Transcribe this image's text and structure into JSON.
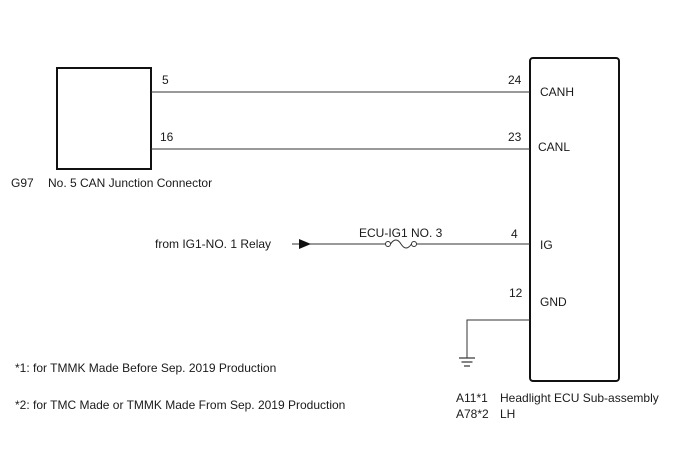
{
  "connector": {
    "id": "G97",
    "name": "No. 5 CAN Junction Connector",
    "pins": {
      "canh": "5",
      "canl": "16"
    }
  },
  "ecu": {
    "name": "Headlight ECU Sub-assembly",
    "variant": "LH",
    "codes": [
      "A11*1",
      "A78*2"
    ],
    "pins": [
      {
        "number": "24",
        "label": "CANH"
      },
      {
        "number": "23",
        "label": "CANL"
      },
      {
        "number": "4",
        "label": "IG"
      },
      {
        "number": "12",
        "label": "GND"
      }
    ]
  },
  "fuse": {
    "label": "ECU-IG1 NO. 3"
  },
  "source": {
    "label": "from IG1-NO. 1 Relay"
  },
  "notes": [
    "*1: for TMMK Made Before Sep. 2019 Production",
    "*2: for TMC Made or TMMK Made From Sep. 2019 Production"
  ]
}
